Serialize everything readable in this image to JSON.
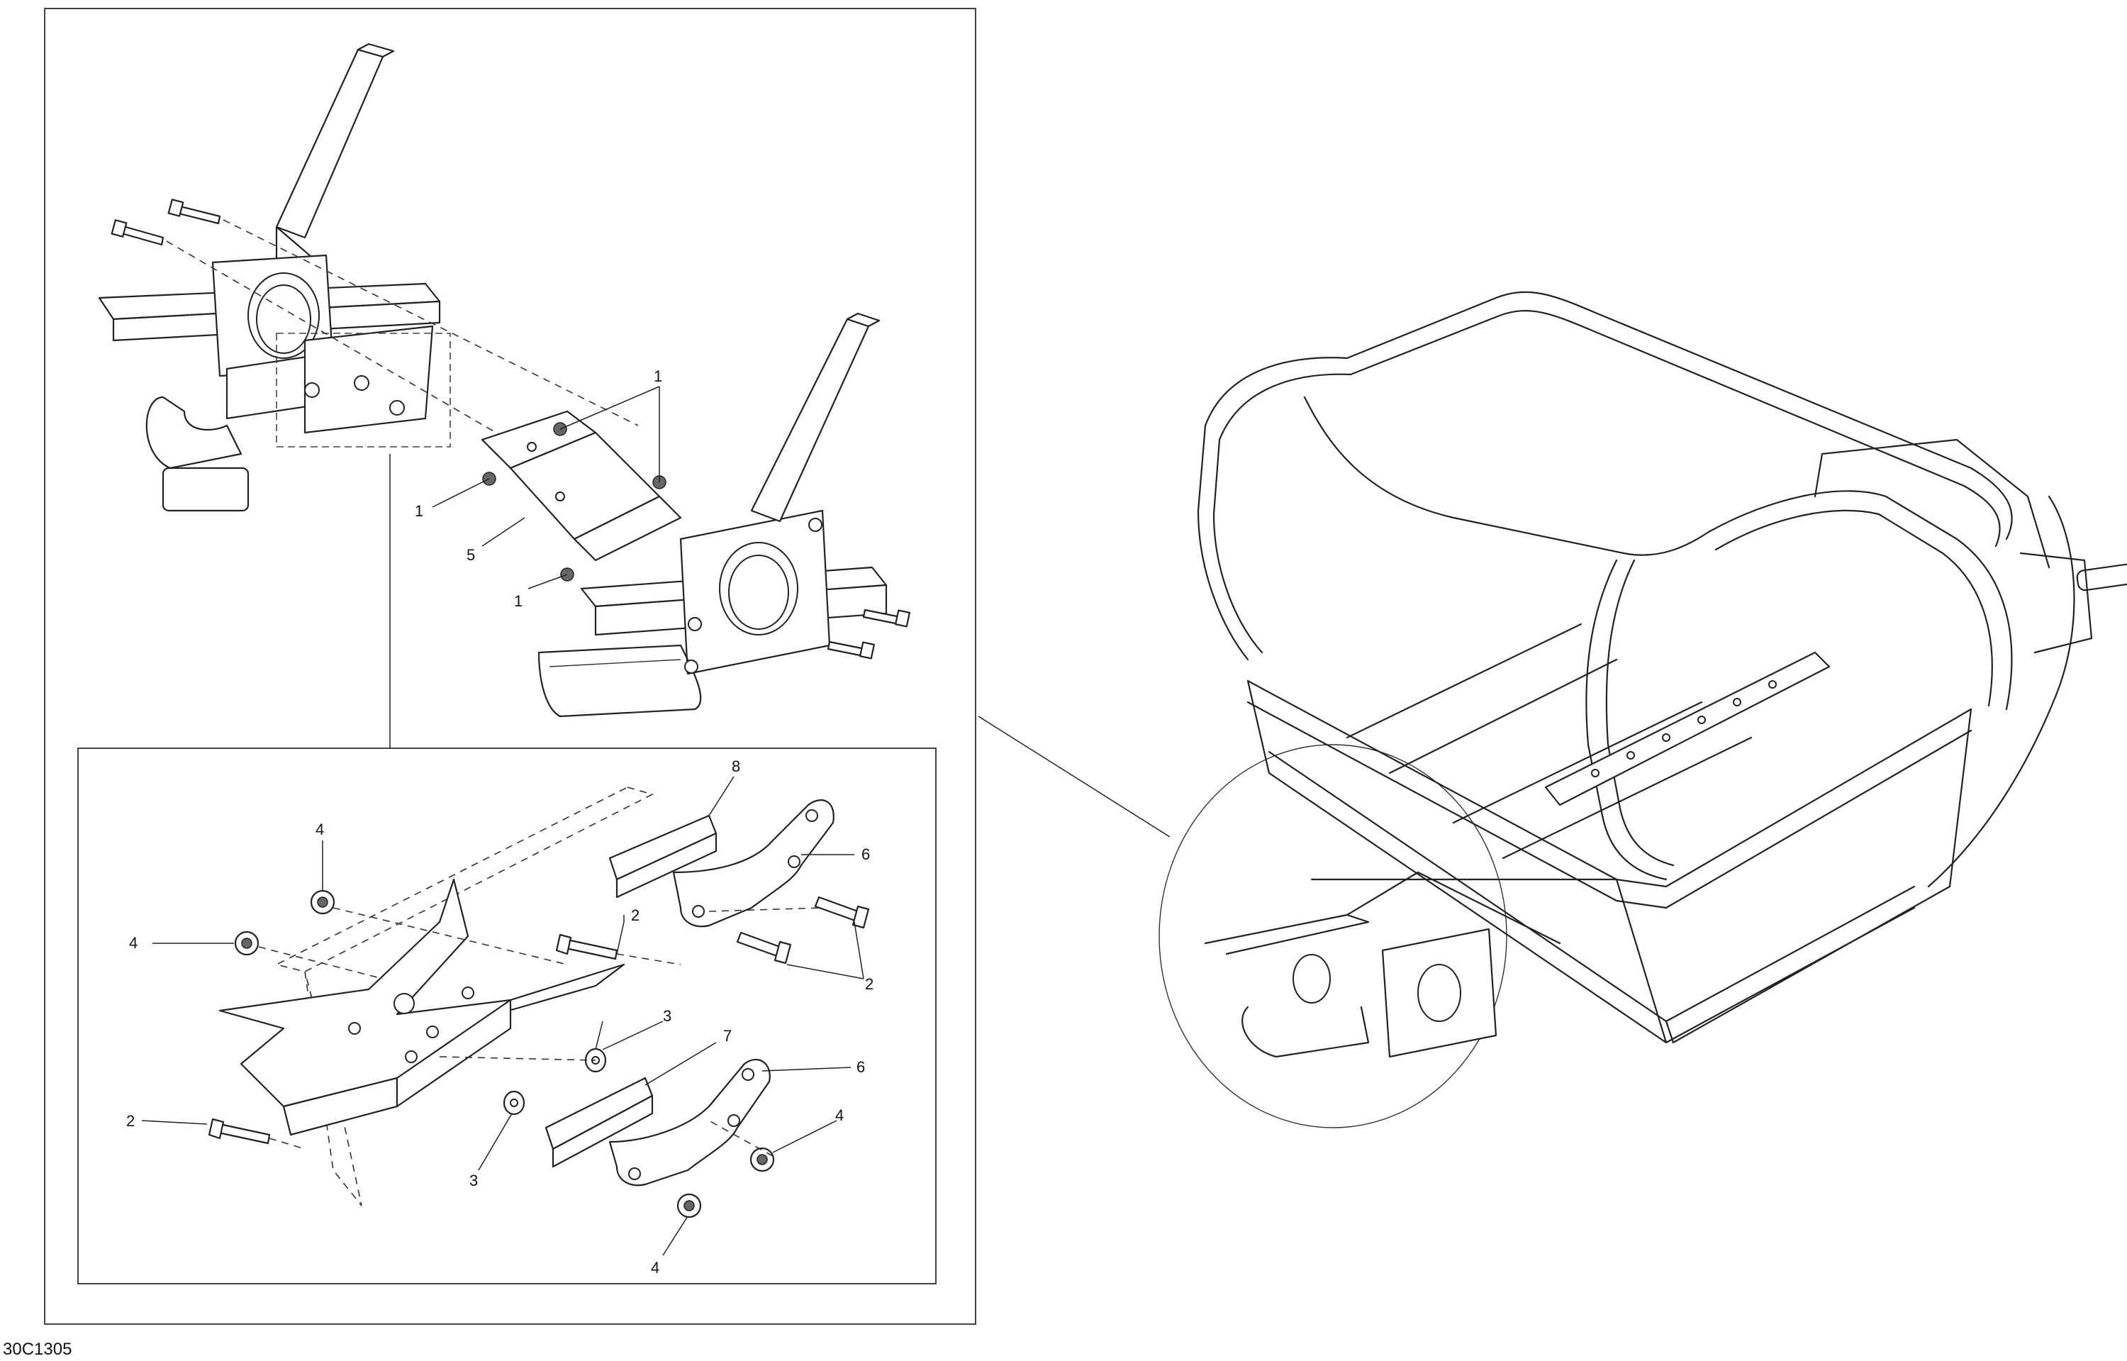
{
  "drawing_code": "30C1305",
  "callouts": {
    "upper": [
      {
        "id": "u1a",
        "label": "1"
      },
      {
        "id": "u1b",
        "label": "1"
      },
      {
        "id": "u1c",
        "label": "1"
      },
      {
        "id": "u5",
        "label": "5"
      }
    ],
    "lower": [
      {
        "id": "l8",
        "label": "8"
      },
      {
        "id": "l6a",
        "label": "6"
      },
      {
        "id": "l4a",
        "label": "4"
      },
      {
        "id": "l4b",
        "label": "4"
      },
      {
        "id": "l2a",
        "label": "2"
      },
      {
        "id": "l2b",
        "label": "2"
      },
      {
        "id": "l3a",
        "label": "3"
      },
      {
        "id": "l7",
        "label": "7"
      },
      {
        "id": "l6b",
        "label": "6"
      },
      {
        "id": "l4c",
        "label": "4"
      },
      {
        "id": "l2c",
        "label": "2"
      },
      {
        "id": "l3b",
        "label": "3"
      },
      {
        "id": "l4d",
        "label": "4"
      }
    ]
  }
}
